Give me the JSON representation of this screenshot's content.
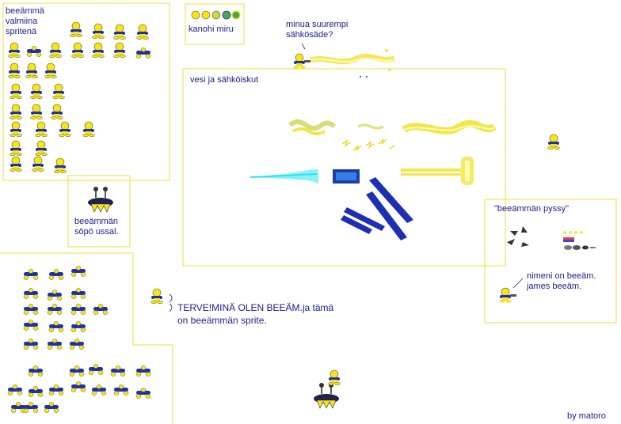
{
  "colors": {
    "frame": "#f0dc3c",
    "text": "#1b1b8f",
    "sprite_body": "#f7e51c",
    "sprite_limbs": "#1d2fb5",
    "electric": "#f2e64b",
    "water": "#27e5f0"
  },
  "texts": {
    "sheet_title": "beeämmä\nvalmiina\nspritenä",
    "enemy_label": "kanohi miru",
    "question": "minua suurempi\nsähkösäde?",
    "effects_title": "vesi ja sähköiskut",
    "pet_label": "beeämmän\nsöpö ussal.",
    "gun_title": "\"beeämmän pyssy\"",
    "intro": "TERVE!MINÄ OLEN BEEÄM.ja tämä\non beeämmän sprite.",
    "name_line": "nimeni on beeäm.\njames beeäm.",
    "credit": "by matoro"
  }
}
